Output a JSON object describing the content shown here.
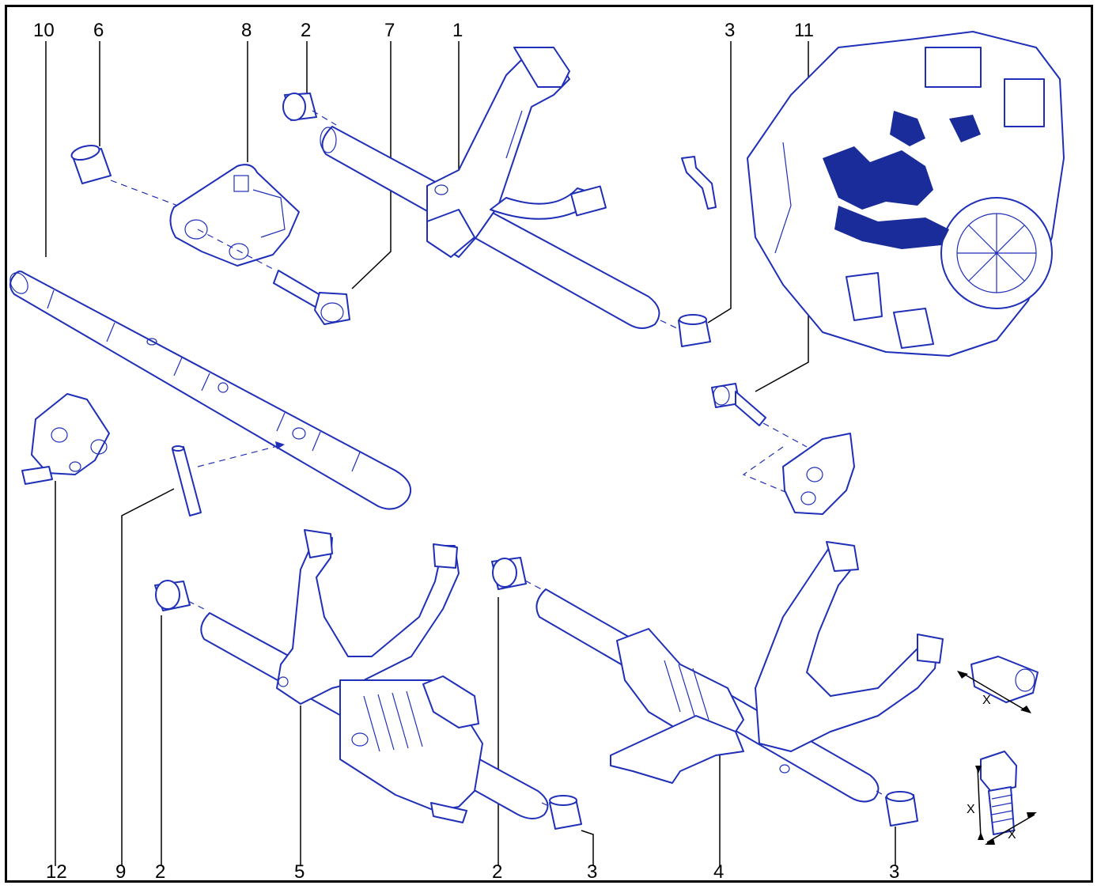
{
  "callouts": [
    {
      "id": "c10-top",
      "label": "10"
    },
    {
      "id": "c6",
      "label": "6"
    },
    {
      "id": "c8",
      "label": "8"
    },
    {
      "id": "c2-top",
      "label": "2"
    },
    {
      "id": "c7",
      "label": "7"
    },
    {
      "id": "c1",
      "label": "1"
    },
    {
      "id": "c3-top",
      "label": "3"
    },
    {
      "id": "c11",
      "label": "11"
    },
    {
      "id": "c12",
      "label": "12"
    },
    {
      "id": "c9",
      "label": "9"
    },
    {
      "id": "c2-bl",
      "label": "2"
    },
    {
      "id": "c5",
      "label": "5"
    },
    {
      "id": "c2-bm",
      "label": "2"
    },
    {
      "id": "c3-bm",
      "label": "3"
    },
    {
      "id": "c4",
      "label": "4"
    },
    {
      "id": "c3-br",
      "label": "3"
    }
  ],
  "dimensions": {
    "bushing_x": "X",
    "bolt_x_left": "X",
    "bolt_x_right": "X"
  },
  "colors": {
    "line_art": "#1f2fb8",
    "engine_fill": "#1a2b9a",
    "frame": "#000000"
  },
  "icons": {
    "engine": "gearbox-assembly-icon"
  }
}
